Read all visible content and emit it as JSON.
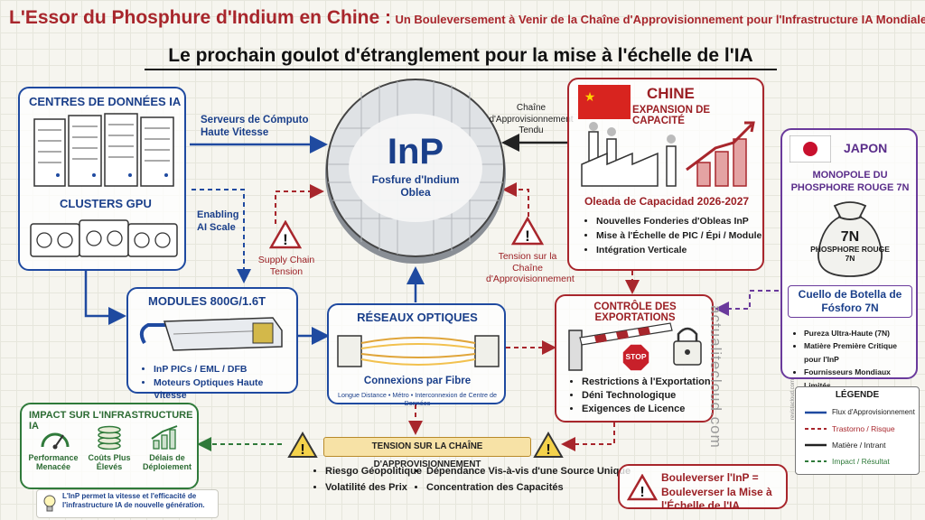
{
  "title": {
    "main": "L'Essor du Phosphure d'Indium en Chine :",
    "sub": "Un Bouleversement à Venir de la Chaîne d'Approvisionnement pour l'Infrastructure IA Mondiale",
    "tagline": "Le prochain goulot d'étranglement pour la mise à l'échelle de l'IA"
  },
  "datacenters": {
    "title": "CENTRES DE DONNÉES IA",
    "gpu": "CLUSTERS GPU"
  },
  "flow_labels": {
    "servers": "Serveurs de Cómputo\nHaute Vitesse",
    "enabling": "Enabling\nAI Scale",
    "supply_chain_tension": "Supply Chain\nTension",
    "chain_tendu": "Chaîne\nd'Approvisionnement\nTendu",
    "tension_chain": "Tension sur la\nChaîne\nd'Approvisionnement"
  },
  "wafer": {
    "symbol": "InP",
    "line1": "Fosfure d'Indium",
    "line2": "Oblea"
  },
  "china": {
    "title": "CHINE",
    "subtitle": "EXPANSION DE CAPACITÉ",
    "wave": "Oleada de Capacidad 2026-2027",
    "items": [
      "Nouvelles Fonderies d'Obleas InP",
      "Mise à l'Échelle de PIC / Épi / Module",
      "Intégration Verticale"
    ]
  },
  "japan": {
    "title": "JAPON",
    "subtitle": "MONOPOLE DU PHOSPHORE ROUGE 7N",
    "bag_big": "7N",
    "bag_small": "PHOSPHORE ROUGE 7N",
    "bottleneck": "Cuello de Botella de Fósforo 7N",
    "items": [
      "Pureza Ultra-Haute (7N)",
      "Matière Première Critique pour l'InP",
      "Fournisseurs Mondiaux Limités"
    ]
  },
  "modules": {
    "title": "MODULES 800G/1.6T",
    "items": [
      "InP PICs / EML / DFB",
      "Moteurs Optiques Haute Vitesse"
    ]
  },
  "optical": {
    "title": "RÉSEAUX OPTIQUES",
    "fibre": "Connexions par Fibre",
    "detail": "Longue Distance • Métro • Interconnexion de Centre de Données"
  },
  "export": {
    "title": "CONTRÔLE DES EXPORTATIONS",
    "stop": "STOP",
    "items": [
      "Restrictions à l'Exportation",
      "Déni Technologique",
      "Exigences de Licence"
    ]
  },
  "impact": {
    "title": "IMPACT SUR L'INFRASTRUCTURE IA",
    "items": [
      "Performance Menacée",
      "Coûts Plus Élevés",
      "Délais de Déploiement"
    ],
    "note": "L'InP permet la vitesse et l'efficacité de l'infrastructure IA de nouvelle génération."
  },
  "tension": {
    "title": "TENSION SUR LA CHAÎNE D'APPROVISIONNEMENT",
    "left": [
      "Riesgo Géopolitique",
      "Volatilité des Prix"
    ],
    "right": [
      "Dépendance Vis-à-vis d'une Source Unique",
      "Concentration des Capacités"
    ]
  },
  "conclusion": "Bouleverser l'InP = Bouleverser la Mise à l'Échelle de l'IA",
  "legend": {
    "title": "LÉGENDE",
    "items": [
      {
        "label": "Flux d'Approvisionnement",
        "color": "#1f4aa0"
      },
      {
        "label": "Trastorno / Risque",
        "color": "#a8262c"
      },
      {
        "label": "Matière / Intrant",
        "color": "#222222"
      },
      {
        "label": "Impact / Résultat",
        "color": "#2f7a3a"
      }
    ],
    "site": "revistacloud.com"
  },
  "watermark": "actualitecloud.com",
  "colors": {
    "blue": "#1f4aa0",
    "red": "#a8262c",
    "purple": "#6a3a9c",
    "green": "#2f7a3a"
  }
}
